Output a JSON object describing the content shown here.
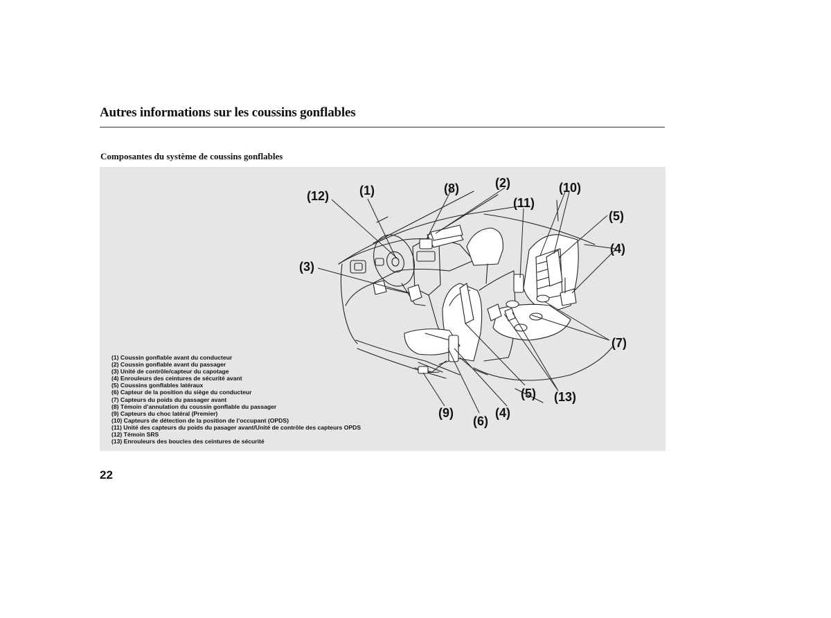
{
  "page": {
    "section_title": "Autres informations sur les coussins gonflables",
    "subheading": "Composantes du système de coussins gonflables",
    "page_number": "22"
  },
  "figure": {
    "callouts": {
      "c1": "(1)",
      "c2": "(2)",
      "c3": "(3)",
      "c4a": "(4)",
      "c4b": "(4)",
      "c5a": "(5)",
      "c5b": "(5)",
      "c6": "(6)",
      "c7": "(7)",
      "c8": "(8)",
      "c9": "(9)",
      "c10": "(10)",
      "c11": "(11)",
      "c12": "(12)",
      "c13": "(13)"
    },
    "legend": [
      "(1) Coussin gonflable avant du conducteur",
      "(2) Coussin gonflable avant du passager",
      "(3) Unité de contrôle/capteur du capotage",
      "(4) Enrouleurs des ceintures de sécurité avant",
      "(5) Coussins gonflables latéraux",
      "(6) Capteur de la position du siège du conducteur",
      "(7) Capteurs du poids du passager avant",
      "(8) Témoin d’annulation du coussin gonflable du passager",
      "(9) Capteurs du choc latéral (Premier)",
      "(10) Capteurs de détection de la position de l’occupant (OPDS)",
      "(11) Unité des capteurs du poids du pasager avant/Unité de contrôle des capteurs OPDS",
      "(12) Témoin SRS",
      "(13) Enrouleurs des boucles des ceintures de sécurité"
    ]
  }
}
